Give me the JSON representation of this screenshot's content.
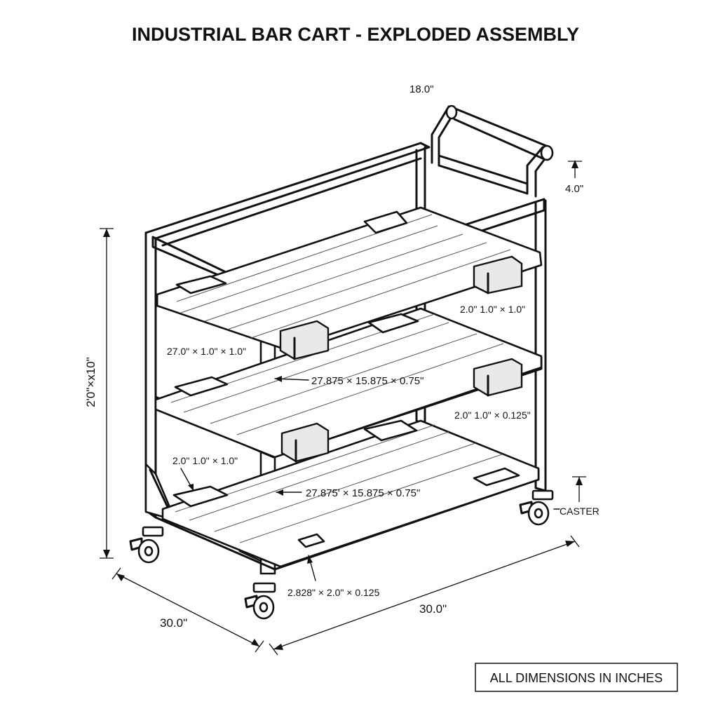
{
  "title": "INDUSTRIAL BAR CART - EXPLODED ASSEMBLY",
  "dimensions": {
    "handle_width": "18.0\"",
    "handle_height": "4.0\"",
    "overall_height": "2'0\"×x10\"",
    "depth": "30.0\"",
    "length": "30.0\""
  },
  "callouts": {
    "top_rail": "27.0\" × 1.0\" × 1.0\"",
    "bracket_upper": "2.0\"  1.0\" × 1.0\"",
    "middle_shelf": "27.875 × 15.875 × 0.75\"",
    "plate_mid": "2.0\"  1.0\" × 0.125\"",
    "bracket_lower": "2.0\"  1.0\" × 1.0\"",
    "bottom_shelf": "27.875' × 15.875 × 0.75\"",
    "gusset": "2.828\" × 2.0\" × 0.125",
    "caster": "CASTER"
  },
  "note": "ALL DIMENSIONS IN INCHES"
}
